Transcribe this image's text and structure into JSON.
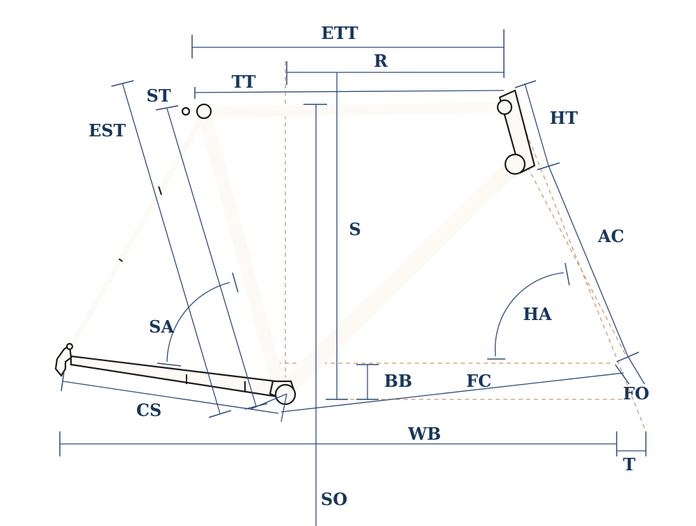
{
  "diagram": {
    "labels": {
      "ett": "ETT",
      "r": "R",
      "tt": "TT",
      "st": "ST",
      "est": "EST",
      "ht": "HT",
      "s": "S",
      "ac": "AC",
      "ha": "HA",
      "sa": "SA",
      "bb": "BB",
      "fc": "FC",
      "fo": "FO",
      "cs": "CS",
      "wb": "WB",
      "t": "T",
      "so": "SO"
    },
    "colors": {
      "label": "#17365d",
      "dimension_line": "#2b4a7a",
      "guide_dash": "#c89a6a",
      "frame_outline": "#1a1a1a",
      "frame_fill": "#fdfaf5"
    }
  }
}
